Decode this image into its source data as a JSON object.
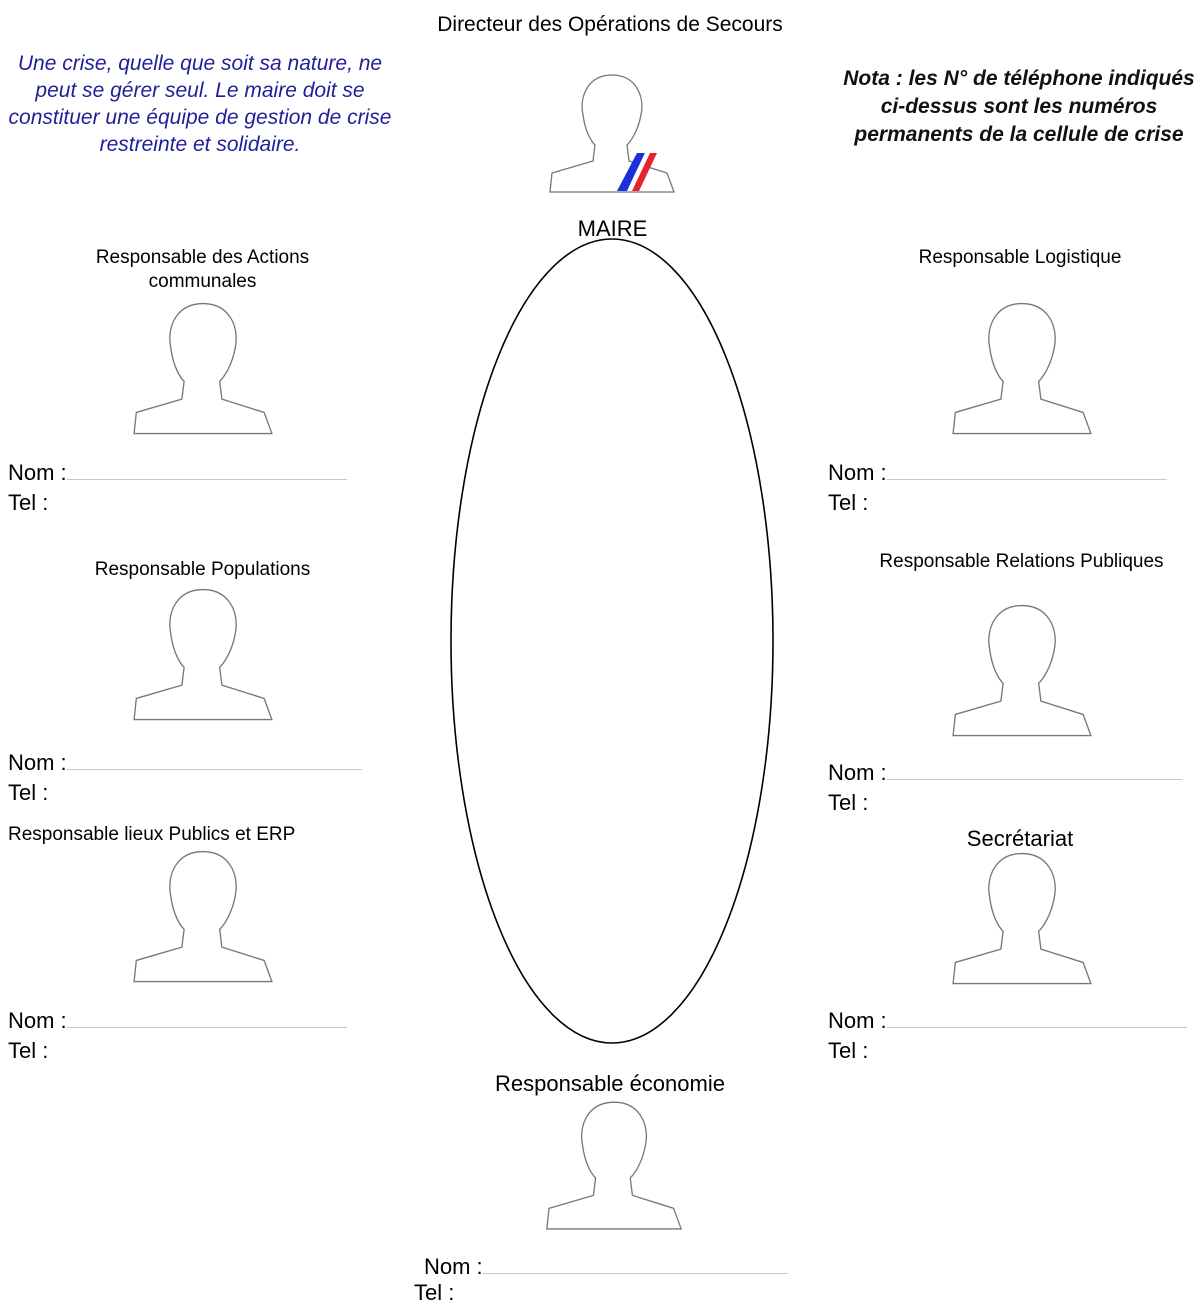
{
  "notes": {
    "left": "Une crise, quelle que soit sa nature, ne peut se gérer seul. Le maire doit se constituer une équipe de gestion de crise restreinte et solidaire.",
    "right": "Nota : les N° de téléphone indiqués ci-dessus sont les numéros permanents de la cellule de crise"
  },
  "center": {
    "title": "Directeur des Opérations de Secours",
    "caption": "MAIRE",
    "sash_colors": [
      "#1d2fd6",
      "#ffffff",
      "#e4232b"
    ]
  },
  "field_labels": {
    "nom": "Nom :",
    "tel": "Tel :"
  },
  "roles": [
    {
      "id": "actions",
      "label": "Responsable des Actions communales"
    },
    {
      "id": "populations",
      "label": "Responsable Populations"
    },
    {
      "id": "erp",
      "label": "Responsable lieux Publics et ERP"
    },
    {
      "id": "logistique",
      "label": "Responsable Logistique"
    },
    {
      "id": "relations",
      "label": "Responsable Relations Publiques"
    },
    {
      "id": "secretariat",
      "label": "Secrétariat"
    },
    {
      "id": "economie",
      "label": "Responsable économie"
    }
  ]
}
